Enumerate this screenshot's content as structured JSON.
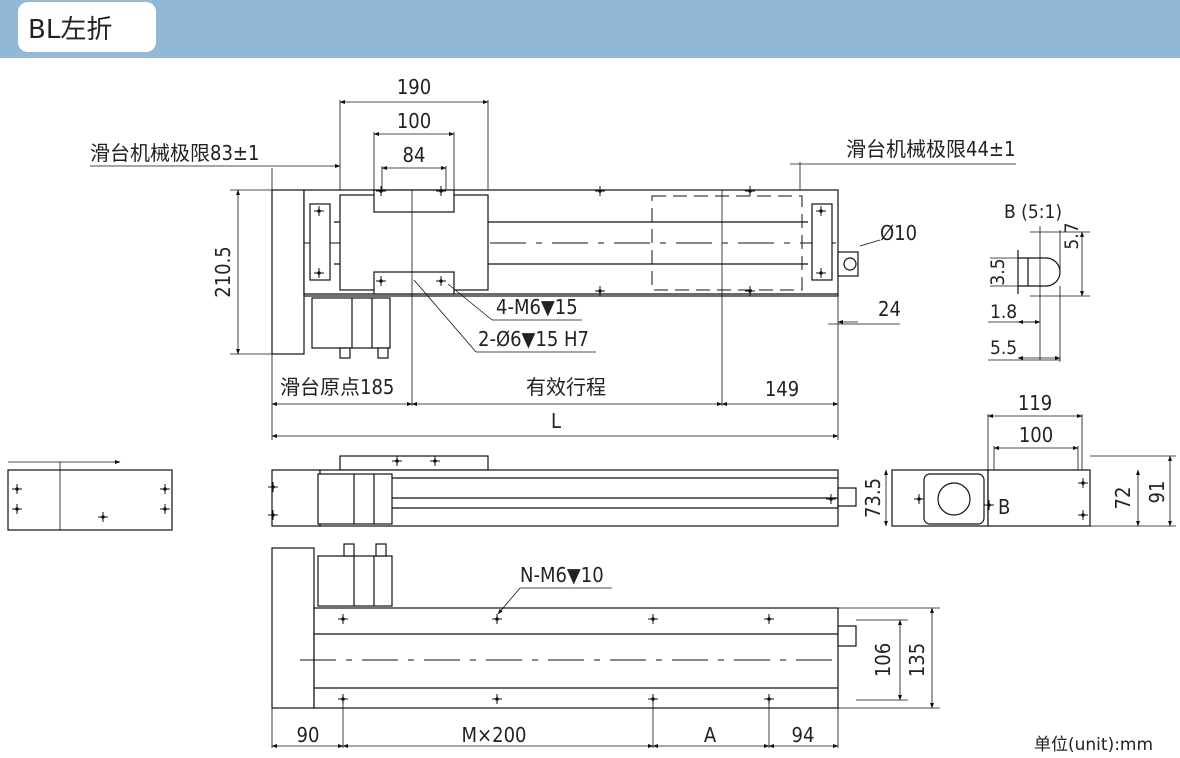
{
  "header": {
    "title": "BL左折"
  },
  "units": "单位(unit):mm",
  "colors": {
    "header_band": "#92b8d6",
    "line": "#111111"
  },
  "top_view": {
    "dims": {
      "d190": "190",
      "d100": "100",
      "d84": "84",
      "limit_left": "滑台机械极限83±1",
      "limit_right": "滑台机械极限44±1",
      "height": "210.5",
      "dia": "Ø10",
      "d24": "24",
      "holes_a": "4-M6▼15",
      "holes_b": "2-Ø6▼15 H7",
      "origin": "滑台原点185",
      "stroke": "有效行程",
      "d149": "149",
      "L": "L"
    }
  },
  "detail_b": {
    "title": "B (5:1)",
    "dims": {
      "d57": "5.7",
      "d35": "3.5",
      "d18": "1.8",
      "d55": "5.5"
    }
  },
  "side_view": {
    "dims": {
      "d119": "119",
      "d100": "100",
      "d735": "73.5",
      "d72": "72",
      "d91": "91",
      "mark_b": "B"
    }
  },
  "bottom_view": {
    "dims": {
      "holes": "N-M6▼10",
      "d106": "106",
      "d135": "135",
      "d90": "90",
      "m200": "M×200",
      "A": "A",
      "d94": "94"
    }
  }
}
